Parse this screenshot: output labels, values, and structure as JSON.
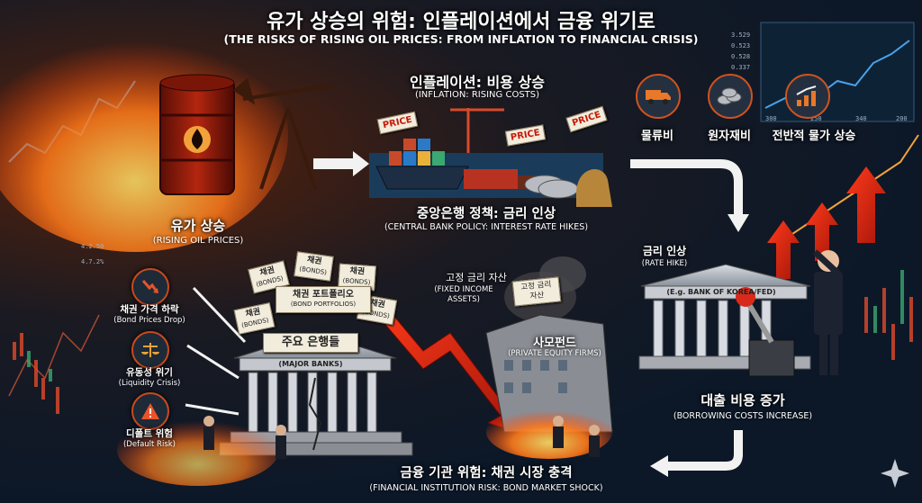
{
  "title": {
    "ko": "유가 상승의 위험: 인플레이션에서 금융 위기로",
    "en": "(THE RISKS OF RISING OIL PRICES: FROM INFLATION TO FINANCIAL CRISIS)"
  },
  "oil": {
    "ko": "유가 상승",
    "en": "(RISING OIL PRICES)"
  },
  "inflation": {
    "ko": "인플레이션: 비용 상승",
    "en": "(INFLATION: RISING COSTS)",
    "price_tag": "PRICE"
  },
  "cost_items": [
    {
      "label": "물류비",
      "icon": "truck-icon"
    },
    {
      "label": "원자재비",
      "icon": "raw-materials-icon"
    },
    {
      "label": "전반적 물가 상승",
      "icon": "rising-chart-icon"
    }
  ],
  "central_bank": {
    "ko": "중앙은행 정책: 금리 인상",
    "en": "(CENTRAL BANK POLICY: INTEREST RATE HIKES)"
  },
  "rate_hike": {
    "ko": "금리 인상",
    "en": "(RATE HIKE)"
  },
  "bank_sign": "(E.g. BANK OF KOREA/FED)",
  "borrowing": {
    "ko": "대출 비용 증가",
    "en": "(BORROWING COSTS INCREASE)"
  },
  "fixed_income": {
    "ko": "고정 금리 자산",
    "en": "(FIXED INCOME ASSETS)"
  },
  "pe_docs": "고정 금리 자산",
  "private_equity": {
    "ko": "사모펀드",
    "en": "(PRIVATE EQUITY FIRMS)"
  },
  "bonds": {
    "doc_ko": "채권",
    "doc_en": "(BONDS)",
    "portfolio_ko": "채권 포트폴리오",
    "portfolio_en": "(BOND PORTFOLIOS)"
  },
  "major_banks": {
    "ko": "주요 은행들",
    "en": "(MAJOR BANKS)"
  },
  "risks": [
    {
      "ko": "채권 가격 하락",
      "en": "(Bond Prices Drop)",
      "icon": "falling-arrow-icon"
    },
    {
      "ko": "유동성 위기",
      "en": "(Liquidity Crisis)",
      "icon": "scales-icon"
    },
    {
      "ko": "디폴트 위험",
      "en": "(Default Risk)",
      "icon": "warning-icon"
    }
  ],
  "crisis": {
    "ko": "금융 기관 위험: 채권 시장 충격",
    "en": "(FINANCIAL INSTITUTION RISK: BOND MARKET SHOCK)"
  },
  "ticker_left": [
    "4.2.50",
    "4.7.2%"
  ],
  "ticker_right": [
    "3.529",
    "0.523",
    "0.528",
    "0.337"
  ],
  "ticker_axis": [
    "300",
    "250",
    "340",
    "200"
  ],
  "colors": {
    "accent": "#d9401a",
    "arrow": "#f2f2f2",
    "navy": "#0c1828"
  }
}
